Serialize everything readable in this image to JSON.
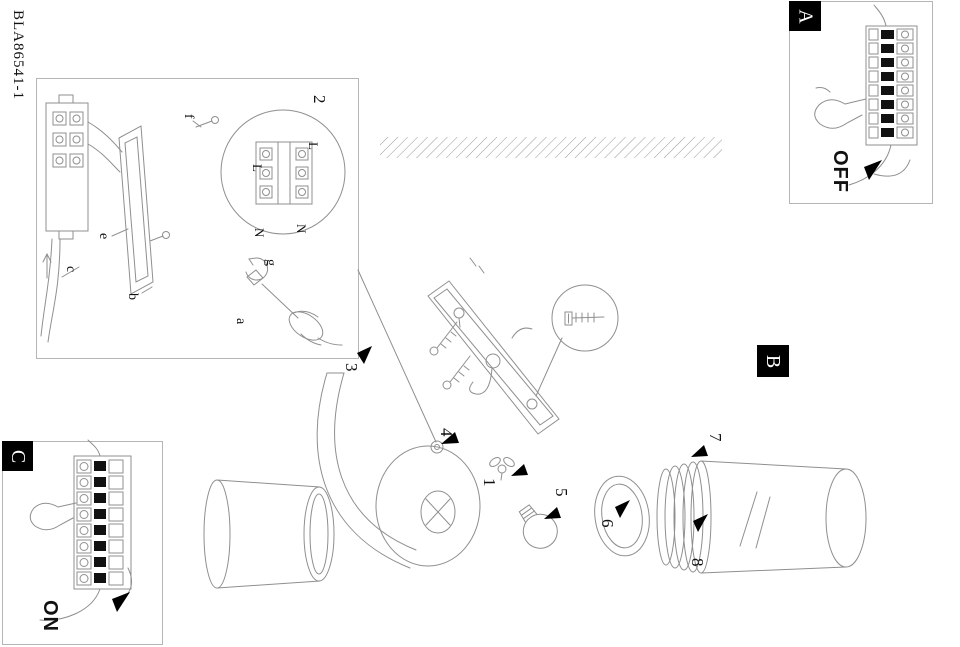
{
  "doc": {
    "part_number": "BLA86541-1"
  },
  "panels": {
    "a": {
      "label": "A",
      "state": "OFF"
    },
    "b": {
      "label": "B"
    },
    "c": {
      "label": "C",
      "state": "ON"
    }
  },
  "steps": {
    "n1": "1",
    "n2": "2",
    "n3": "3",
    "n4": "4",
    "n5": "5",
    "n6": "6",
    "n7": "7",
    "n8": "8"
  },
  "callout_labels": {
    "a": "a",
    "b": "b",
    "c": "c",
    "e": "e",
    "f": "f",
    "g": "g"
  },
  "terminals": {
    "live_1": "L",
    "live_2": "L",
    "neutral_1": "N",
    "neutral_2": "N"
  },
  "colors": {
    "line": "#8f8f8f",
    "label_bg": "#000000",
    "label_fg": "#ffffff"
  }
}
